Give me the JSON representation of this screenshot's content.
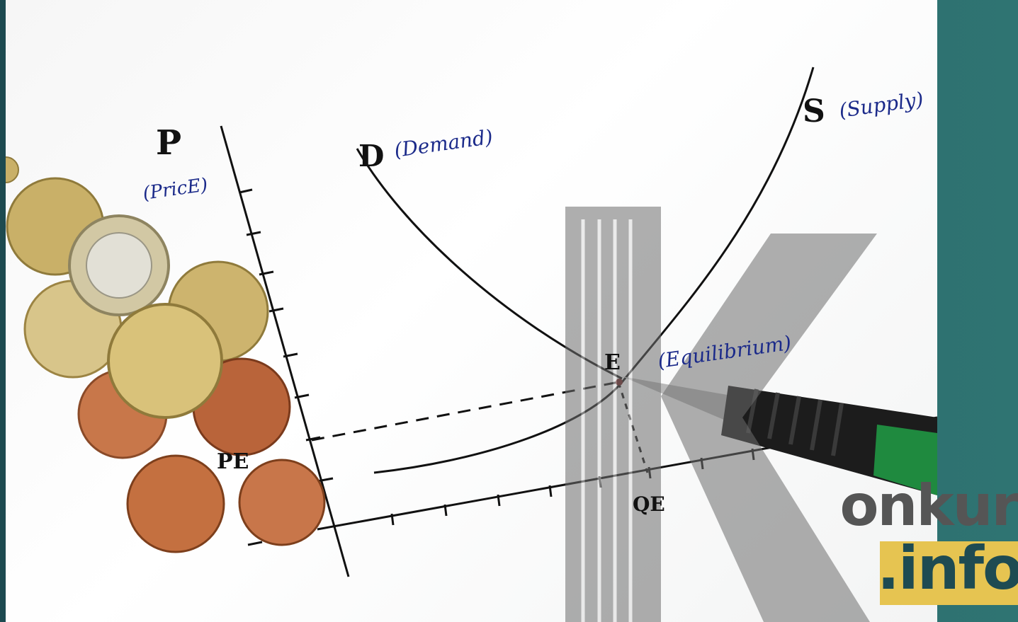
{
  "graph_labels": {
    "price_axis_letter": "P",
    "price_axis_word": "(PricE)",
    "demand_letter": "D",
    "demand_word": "(Demand)",
    "supply_letter": "S",
    "supply_word": "(Supply)",
    "equilibrium_letter": "E",
    "equilibrium_word": "(Equilibrium)",
    "price_equilibrium": "PE",
    "quantity_equilibrium": "QE"
  },
  "watermark": {
    "brand_word": "onkur",
    "brand_domain": ".info"
  },
  "colors": {
    "slide_background": "#2c6a6c",
    "paper": "#ffffff",
    "ink_blue": "#1b2a8a",
    "ink_black": "#111111",
    "watermark_gray": "#808080",
    "watermark_yellow": "#e6c451"
  }
}
